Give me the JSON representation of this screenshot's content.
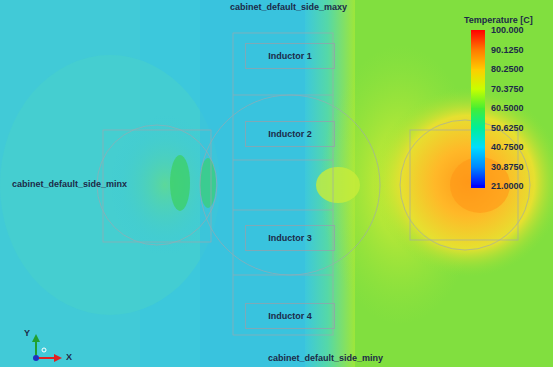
{
  "diagram": {
    "nodes": [
      {
        "text": [
          "Inductor 1"
        ]
      },
      {
        "text": [
          "Inductor 2"
        ]
      },
      {
        "text": [
          "Inductor 3"
        ]
      },
      {
        "text": [
          "Inductor 4"
        ]
      }
    ],
    "labels": [
      "cabinet_default_side_maxy",
      "cabinet_default_side_minx",
      "cabinet_default_side_miny",
      "Temperature [C]",
      "Y",
      "X"
    ],
    "legend": [
      {
        "text": "100.000",
        "color": "#ff0000"
      },
      {
        "text": "90.1250",
        "color": "#ff7a00"
      },
      {
        "text": "80.2500",
        "color": "#ffcc00"
      },
      {
        "text": "70.3750",
        "color": "#c8ff00"
      },
      {
        "text": "60.5000",
        "color": "#44ee33"
      },
      {
        "text": "50.6250",
        "color": "#00ee99"
      },
      {
        "text": "40.7500",
        "color": "#00ddff"
      },
      {
        "text": "30.8750",
        "color": "#0088ff"
      },
      {
        "text": "21.0000",
        "color": "#0000ff"
      }
    ]
  }
}
